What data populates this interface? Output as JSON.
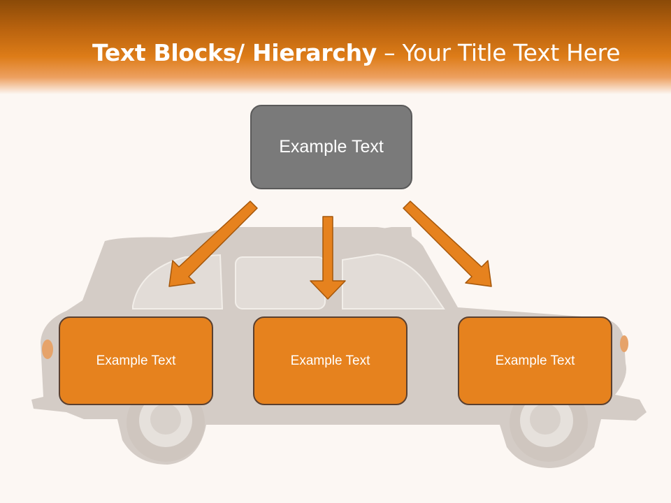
{
  "title": {
    "bold": "Text Blocks/ Hierarchy",
    "separator": " – ",
    "rest": "Your Title Text Here"
  },
  "top_box": {
    "label": "Example Text"
  },
  "child_boxes": [
    {
      "label": "Example Text"
    },
    {
      "label": "Example Text"
    },
    {
      "label": "Example Text"
    }
  ],
  "colors": {
    "header": "#dd7c18",
    "top_box": "#7a7a7a",
    "child_box": "#e6821e",
    "arrow": "#e6821e"
  }
}
